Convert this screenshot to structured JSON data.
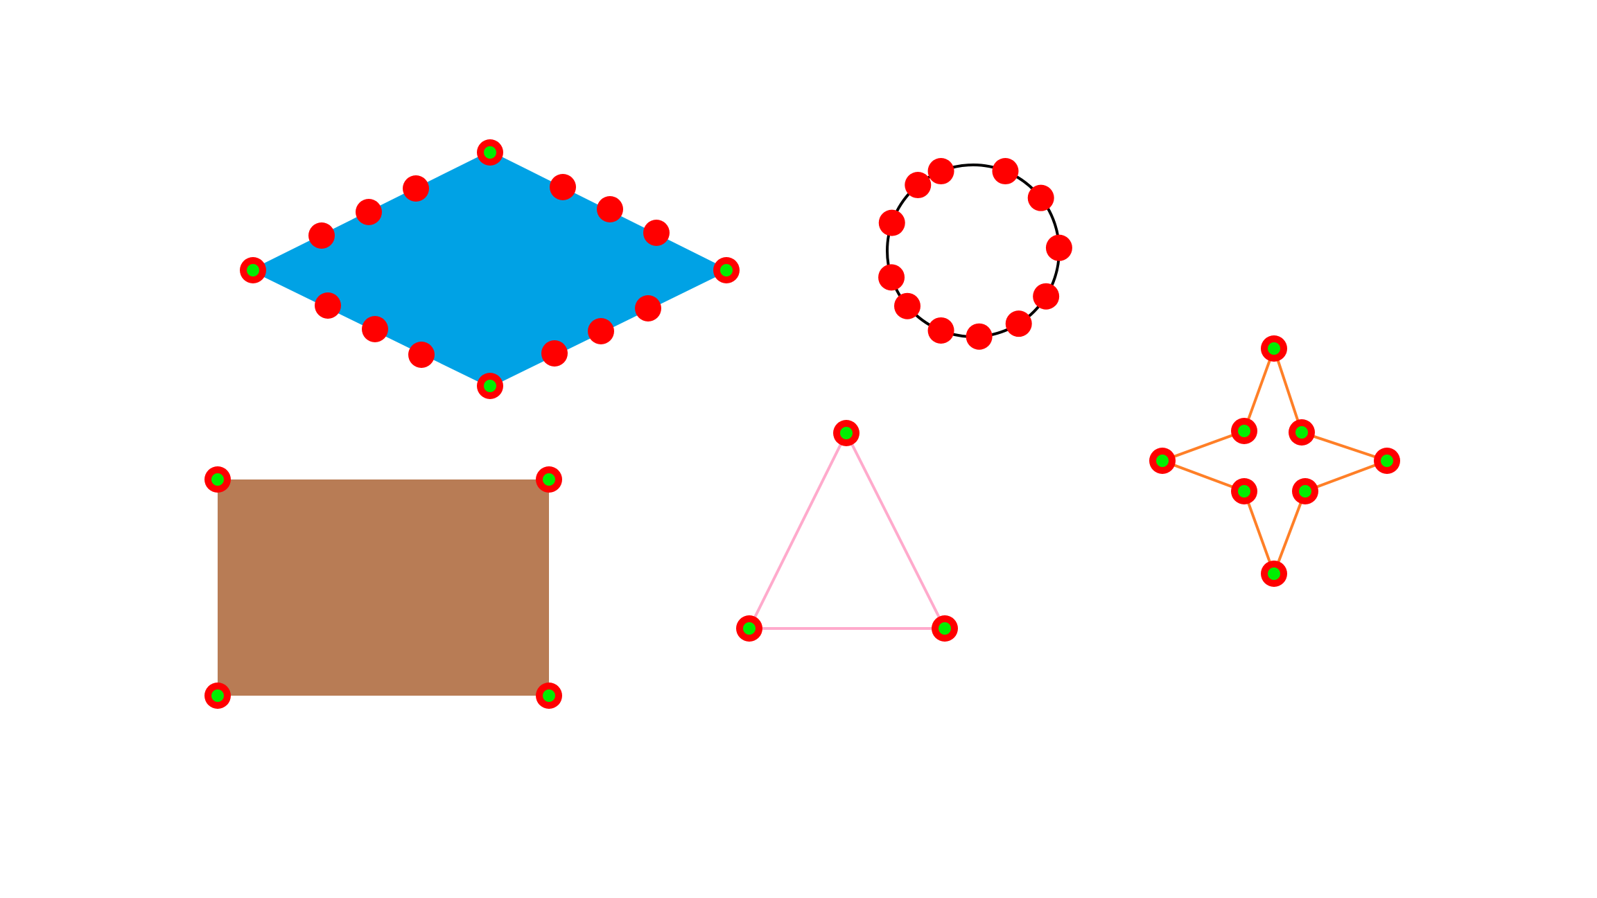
{
  "colors": {
    "background": "#ffffff",
    "vertex_marker_ring": "#ff0000",
    "vertex_marker_core": "#00ee00",
    "edge_marker": "#ff0000"
  },
  "shapes": [
    {
      "id": "diamond",
      "kind": "rhombus",
      "fill": "#00a2e5",
      "stroke": "#00a2e5",
      "filled": true,
      "vertex_count": 4,
      "edge_point_count": 12
    },
    {
      "id": "circle",
      "kind": "circle",
      "fill": "none",
      "stroke": "#000000",
      "filled": false,
      "vertex_count": 0,
      "edge_point_count": 12
    },
    {
      "id": "rectangle",
      "kind": "rectangle",
      "fill": "#b87c55",
      "stroke": "#b87c55",
      "filled": true,
      "vertex_count": 4,
      "edge_point_count": 0
    },
    {
      "id": "triangle",
      "kind": "triangle",
      "fill": "none",
      "stroke": "#ffaacc",
      "filled": false,
      "vertex_count": 3,
      "edge_point_count": 0
    },
    {
      "id": "star",
      "kind": "four-point-star",
      "fill": "none",
      "stroke": "#ff7f27",
      "filled": false,
      "vertex_count": 8,
      "edge_point_count": 0
    }
  ]
}
